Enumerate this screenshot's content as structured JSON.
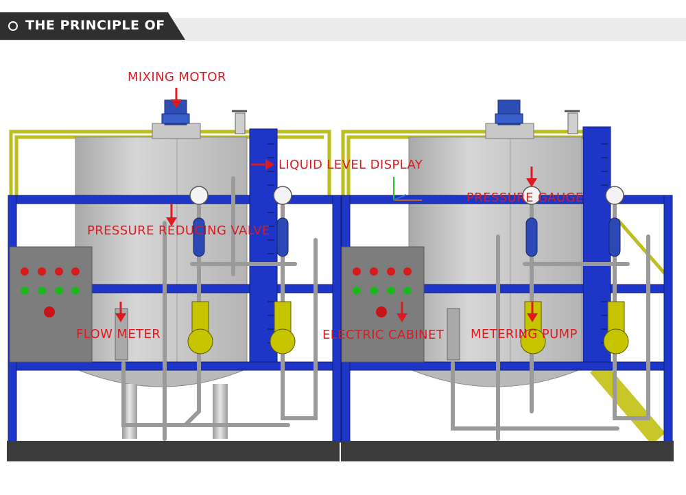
{
  "header": {
    "title": "THE PRINCIPLE OF"
  },
  "labels": {
    "mixing_motor": "MIXING MOTOR",
    "liquid_level_display": "LIQUID LEVEL DISPLAY",
    "pressure_gauge": "PRESSURE GAUGE",
    "pressure_reducing_valve": "PRESSURE REDUCING VALVE",
    "flow_meter": "FLOW METER",
    "electric_cabinet": "ELECTRIC CABINET",
    "metering_pump": "METERING PUMP"
  },
  "colors": {
    "label_red": "#e0181f",
    "frame_blue": "#1d36c7",
    "tank_grey": "#c9c9c9",
    "pump_yellow": "#c7c400",
    "header_dark": "#2f2f2f"
  }
}
